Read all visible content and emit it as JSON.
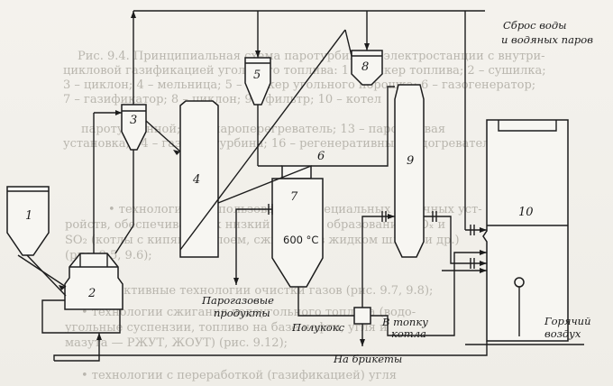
{
  "diagram": {
    "unit_numbers": [
      "1",
      "2",
      "3",
      "4",
      "5",
      "6",
      "7",
      "8",
      "9",
      "10"
    ],
    "labels": {
      "water_discharge_line1": "Сброс воды",
      "water_discharge_line2": "и водяных паров",
      "temperature": "600 °С",
      "gas_products_line1": "Парогазовые",
      "gas_products_line2": "продукты",
      "semicoke": "Полукокс",
      "to_furnace_line1": "В топку",
      "to_furnace_line2": "котла",
      "to_briquettes": "На брикеты",
      "hot_air_line1": "Горячий",
      "hot_air_line2": "воздух"
    }
  },
  "background_text": {
    "lines": [
      "Рис. 9.4. Принципиальная схема паротурбинной электростанции с внутри-",
      "цикловой газификацией угольного топлива: 1 – бункер топлива; 2 – сушилка;",
      "3 – циклон; 4 – мельница; 5 – бункер угольного порошка; 6 – газогенератор;",
      "7 – газификатор; 8 – циклон; 9 – фильтр; 10 – котел",
      "паротурбинной; 11 – пароперегреватель; 13 – парогазовая",
      "установка; 14 – газовая турбина; 16 – регенеративный подогреватель; 19 – ГВЕ",
      "• технологии с использованием специальных топочных уст-",
      "ройств, обеспечивающих низкий уровень образования NOₓ и",
      "SO₂ (котлы с кипящим слоем, сжигание в жидком шлаке и др.)",
      "(рис. 9.5, 9.6);",
      "• эффективные технологии очистки газов (рис. 9.7, 9.8);",
      "• технологии сжигания водоугольного топлива (водо-",
      "угольные суспензии, топливо на базе нефти, угля и",
      "мазута — РЖУТ, ЖОУТ) (рис. 9.12);",
      "• технологии с переработкой (газификацией) угля"
    ]
  }
}
